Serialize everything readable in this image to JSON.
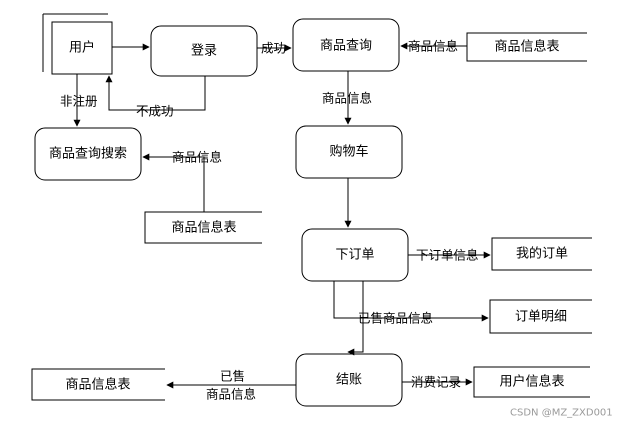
{
  "nodes": {
    "user": "用户",
    "login": "登录",
    "query": "商品查询",
    "search": "商品查询搜索",
    "cart": "购物车",
    "order": "下订单",
    "checkout": "结账",
    "store_top": "商品信息表",
    "store_mid": "商品信息表",
    "store_my_order": "我的订单",
    "store_order_detail": "订单明细",
    "store_left": "商品信息表",
    "store_user_info": "用户信息表"
  },
  "edges": {
    "success": "成功",
    "not_registered": "非注册",
    "failure": "不成功",
    "goods_info_1": "商品信息",
    "goods_info_2": "商品信息",
    "goods_info_3": "商品信息",
    "order_info": "下订单信息",
    "sold_goods_info": "已售商品信息",
    "sold_line1": "已售",
    "sold_line2": "商品信息",
    "consume_record": "消费记录"
  },
  "watermark": "CSDN @MZ_ZXD001"
}
